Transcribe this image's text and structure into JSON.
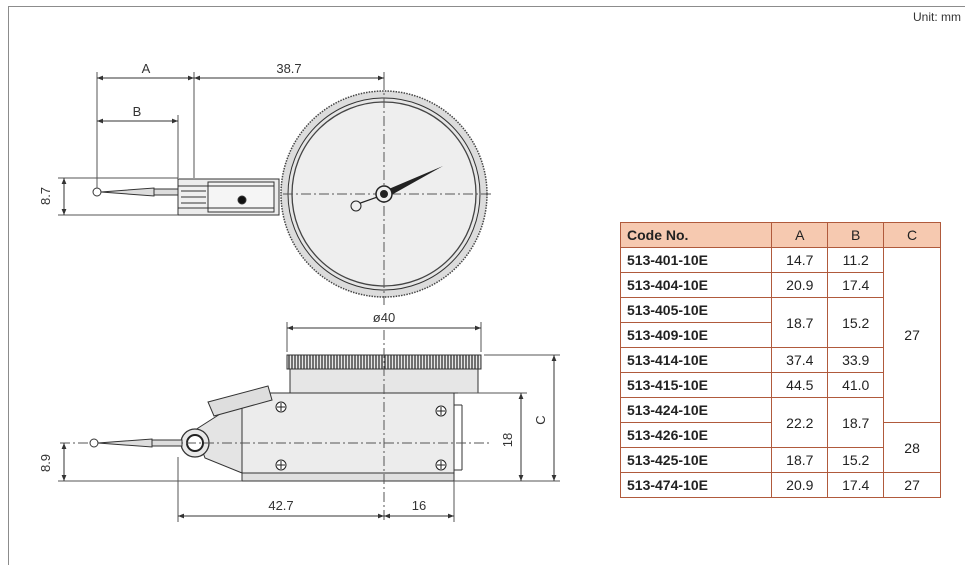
{
  "unit_label": "Unit: mm",
  "top_view": {
    "dim_a": "A",
    "dim_b": "B",
    "dim_38_7": "38.7",
    "dim_8_7": "8.7"
  },
  "side_view": {
    "dim_dia": "ø40",
    "dim_c": "C",
    "dim_18": "18",
    "dim_8_9": "8.9",
    "dim_42_7": "42.7",
    "dim_16": "16"
  },
  "table": {
    "headers": {
      "code": "Code No.",
      "a": "A",
      "b": "B",
      "c": "C"
    },
    "rows": [
      {
        "code": "513-401-10E",
        "a": "14.7",
        "b": "11.2"
      },
      {
        "code": "513-404-10E",
        "a": "20.9",
        "b": "17.4"
      },
      {
        "code": "513-405-10E",
        "a": "18.7",
        "b": "15.2"
      },
      {
        "code": "513-409-10E"
      },
      {
        "code": "513-414-10E",
        "a": "37.4",
        "b": "33.9"
      },
      {
        "code": "513-415-10E",
        "a": "44.5",
        "b": "41.0"
      },
      {
        "code": "513-424-10E",
        "a": "22.2",
        "b": "18.7"
      },
      {
        "code": "513-426-10E"
      },
      {
        "code": "513-425-10E",
        "a": "18.7",
        "b": "15.2"
      },
      {
        "code": "513-474-10E",
        "a": "20.9",
        "b": "17.4",
        "c": "27"
      }
    ],
    "c_group_1": "27",
    "c_group_2": "28"
  }
}
